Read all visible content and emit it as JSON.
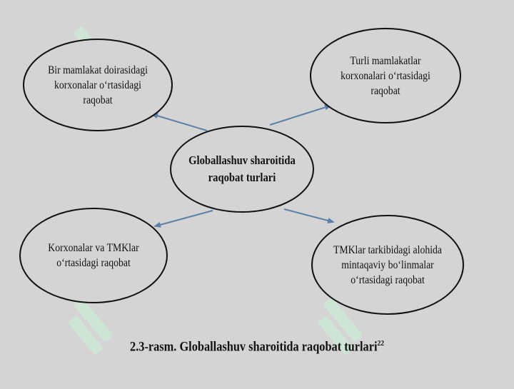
{
  "diagram": {
    "center": {
      "lines": [
        "Globallashuv sharoitida",
        "raqobat turlari"
      ]
    },
    "nodes": [
      {
        "id": "top-left",
        "lines": [
          "Bir mamlakat doirasidagi",
          "korxonalar o‘rtasidagi",
          "raqobat"
        ]
      },
      {
        "id": "top-right",
        "lines": [
          "Turli mamlakatlar",
          "korxonalari o‘rtasidagi",
          "raqobat"
        ]
      },
      {
        "id": "bottom-left",
        "lines": [
          "Korxonalar va TMKlar",
          "o‘rtasidagi raqobat"
        ]
      },
      {
        "id": "bottom-right",
        "lines": [
          "TMKlar tarkibidagi alohida",
          "mintaqaviy bo‘linmalar",
          "o‘rtasidagi raqobat"
        ]
      }
    ],
    "caption": {
      "text": "2.3-rasm. Globallashuv sharoitida raqobat turlari",
      "footnote": "22"
    },
    "colors": {
      "background": "#d4d4d4",
      "ellipse_stroke": "#111111",
      "arrow": "#5b7fa6",
      "watermark": "#c8f0d4"
    }
  }
}
